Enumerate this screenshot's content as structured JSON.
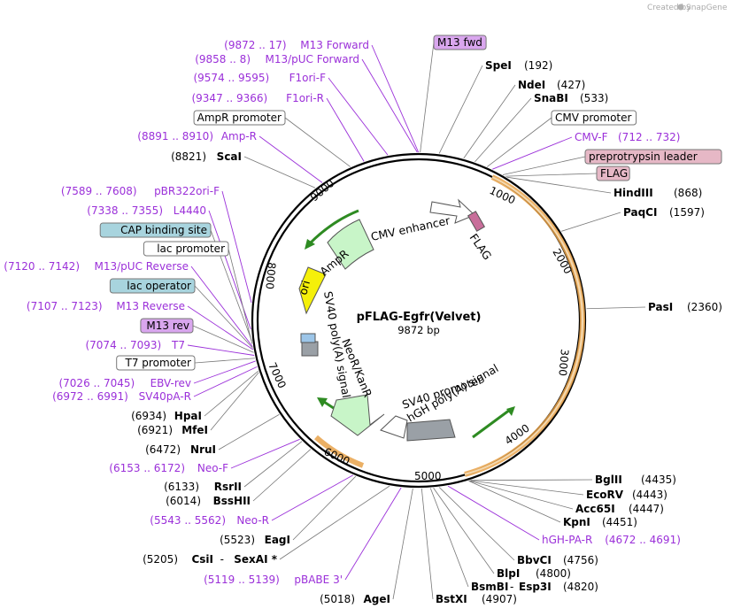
{
  "credit": "Created by",
  "brand": "SnapGene",
  "plasmid": {
    "name": "pFLAG-Egfr(Velvet)",
    "size": "9872 bp"
  },
  "ticks": [
    "1000",
    "2000",
    "3000",
    "4000",
    "5000",
    "6000",
    "7000",
    "8000",
    "9000"
  ],
  "features": [
    "CMV enhancer",
    "FLAG",
    "AmpR",
    "ori",
    "SV40 poly(A) signal",
    "NeoR/KanR",
    "SV40 promoter",
    "hGH poly(A) signal"
  ],
  "right_labels": [
    {
      "name": "M13 fwd",
      "kind": "box",
      "color": "#d9a6ee"
    },
    {
      "name": "SpeI",
      "pos": "(192)",
      "kind": "enzyme"
    },
    {
      "name": "NdeI",
      "pos": "(427)",
      "kind": "enzyme"
    },
    {
      "name": "SnaBI",
      "pos": "(533)",
      "kind": "enzyme"
    },
    {
      "name": "CMV promoter",
      "kind": "box",
      "color": "#ffffff"
    },
    {
      "name": "CMV-F",
      "pos": "(712 .. 732)",
      "kind": "primer"
    },
    {
      "name": "preprotrypsin leader",
      "kind": "box",
      "color": "#e6b8c6"
    },
    {
      "name": "FLAG",
      "kind": "box",
      "color": "#e6b8c6"
    },
    {
      "name": "HindIII",
      "pos": "(868)",
      "kind": "enzyme"
    },
    {
      "name": "PaqCI",
      "pos": "(1597)",
      "kind": "enzyme"
    },
    {
      "name": "PasI",
      "pos": "(2360)",
      "kind": "enzyme"
    },
    {
      "name": "BglII",
      "pos": "(4435)",
      "kind": "enzyme"
    },
    {
      "name": "EcoRV",
      "pos": "(4443)",
      "kind": "enzyme"
    },
    {
      "name": "Acc65I",
      "pos": "(4447)",
      "kind": "enzyme"
    },
    {
      "name": "KpnI",
      "pos": "(4451)",
      "kind": "enzyme"
    },
    {
      "name": "hGH-PA-R",
      "pos": "(4672 .. 4691)",
      "kind": "primer"
    },
    {
      "name": "BbvCI",
      "pos": "(4756)",
      "kind": "enzyme"
    },
    {
      "name": "BlpI",
      "pos": "(4800)",
      "kind": "enzyme"
    },
    {
      "name": "BsmBI",
      "name2": "Esp3I",
      "pos": "(4820)",
      "kind": "enzyme2"
    },
    {
      "name": "BstXI",
      "pos": "(4907)",
      "kind": "enzyme"
    }
  ],
  "left_labels": [
    {
      "name": "M13 Forward",
      "pos": "(9872 .. 17)",
      "kind": "primer"
    },
    {
      "name": "M13/pUC Forward",
      "pos": "(9858 .. 8)",
      "kind": "primer"
    },
    {
      "name": "F1ori-F",
      "pos": "(9574 .. 9595)",
      "kind": "primer"
    },
    {
      "name": "F1ori-R",
      "pos": "(9347 .. 9366)",
      "kind": "primer"
    },
    {
      "name": "AmpR promoter",
      "kind": "box",
      "color": "#ffffff"
    },
    {
      "name": "Amp-R",
      "pos": "(8891 .. 8910)",
      "kind": "primer"
    },
    {
      "name": "ScaI",
      "pos": "(8821)",
      "kind": "enzyme"
    },
    {
      "name": "pBR322ori-F",
      "pos": "(7589 .. 7608)",
      "kind": "primer"
    },
    {
      "name": "L4440",
      "pos": "(7338 .. 7355)",
      "kind": "primer"
    },
    {
      "name": "CAP binding site",
      "kind": "box",
      "color": "#a8d4de"
    },
    {
      "name": "lac promoter",
      "kind": "box",
      "color": "#ffffff"
    },
    {
      "name": "M13/pUC Reverse",
      "pos": "(7120 .. 7142)",
      "kind": "primer"
    },
    {
      "name": "lac operator",
      "kind": "box",
      "color": "#a8d4de"
    },
    {
      "name": "M13 Reverse",
      "pos": "(7107 .. 7123)",
      "kind": "primer"
    },
    {
      "name": "M13 rev",
      "kind": "box",
      "color": "#d9a6ee"
    },
    {
      "name": "T7",
      "pos": "(7074 .. 7093)",
      "kind": "primer"
    },
    {
      "name": "T7 promoter",
      "kind": "box",
      "color": "#ffffff"
    },
    {
      "name": "EBV-rev",
      "pos": "(7026 .. 7045)",
      "kind": "primer"
    },
    {
      "name": "SV40pA-R",
      "pos": "(6972 .. 6991)",
      "kind": "primer"
    },
    {
      "name": "HpaI",
      "pos": "(6934)",
      "kind": "enzyme"
    },
    {
      "name": "MfeI",
      "pos": "(6921)",
      "kind": "enzyme"
    },
    {
      "name": "NruI",
      "pos": "(6472)",
      "kind": "enzyme"
    },
    {
      "name": "Neo-F",
      "pos": "(6153 .. 6172)",
      "kind": "primer"
    },
    {
      "name": "RsrII",
      "pos": "(6133)",
      "kind": "enzyme"
    },
    {
      "name": "BssHII",
      "pos": "(6014)",
      "kind": "enzyme"
    },
    {
      "name": "Neo-R",
      "pos": "(5543 .. 5562)",
      "kind": "primer"
    },
    {
      "name": "EagI",
      "pos": "(5523)",
      "kind": "enzyme"
    },
    {
      "name": "CsiI",
      "name2": "SexAI *",
      "pos": "(5205)",
      "kind": "enzyme2"
    },
    {
      "name": "pBABE 3'",
      "pos": "(5119 .. 5139)",
      "kind": "primer"
    },
    {
      "name": "AgeI",
      "pos": "(5018)",
      "kind": "enzyme"
    }
  ]
}
